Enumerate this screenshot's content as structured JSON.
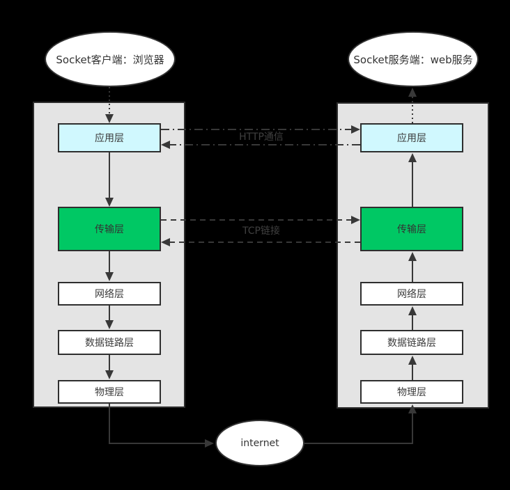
{
  "client": {
    "node_label": "Socket客户端：浏览器",
    "layers": [
      "应用层",
      "传输层",
      "网络层",
      "数据链路层",
      "物理层"
    ]
  },
  "server": {
    "node_label": "Socket服务端：web服务",
    "layers": [
      "应用层",
      "传输层",
      "网络层",
      "数据链路层",
      "物理层"
    ]
  },
  "internet_label": "internet",
  "links": {
    "http": "HTTP通信",
    "tcp": "TCP链接"
  },
  "colors": {
    "background": "#000000",
    "stack_fill": "#e4e4e4",
    "application_fill": "#d0f8fe",
    "transport_fill": "#00c864",
    "line": "#383838"
  }
}
